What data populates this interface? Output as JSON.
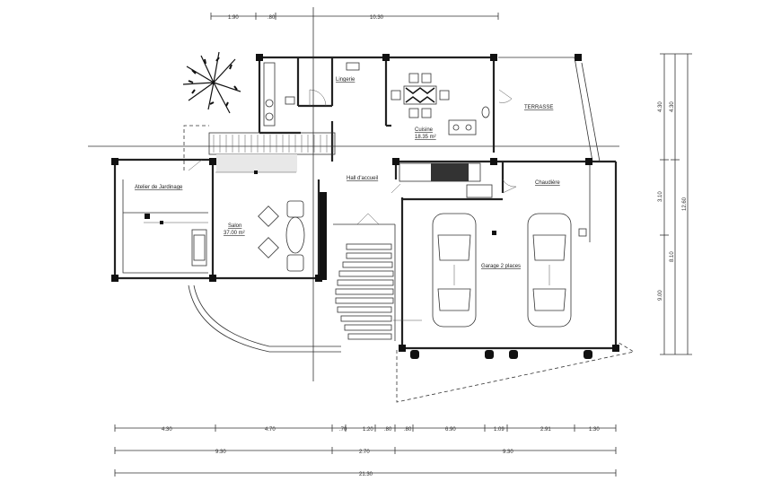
{
  "rooms": {
    "lingerie": "Lingerie",
    "cuisine": "Cuisine",
    "cuisine_area": "18.35 m²",
    "terrasse": "TERRASSE",
    "hall": "Hall d'accueil",
    "atelier": "Atelier de Jardinage",
    "salon": "Salon",
    "salon_area": "37.00 m²",
    "chaudiere": "Chaudière",
    "garage": "Garage 2 places"
  },
  "top_dims": {
    "d1": "1.90",
    "d2": ".80",
    "d3": "10.30"
  },
  "right_dims": {
    "inner_top": "4.30",
    "inner_mid": "3.10",
    "inner_bot": "9.00",
    "outer_top": "4.30",
    "outer_bot": "8.10",
    "total": "12.60"
  },
  "bottom_dims": {
    "row1": [
      "4.30",
      "4.70",
      ".70",
      "1.20",
      ".80",
      ".80",
      "6.90",
      "1.09",
      "2.91",
      "1.30"
    ],
    "row2": [
      "9.30",
      "2.70",
      "9.30"
    ],
    "row3": [
      "21.30"
    ]
  }
}
